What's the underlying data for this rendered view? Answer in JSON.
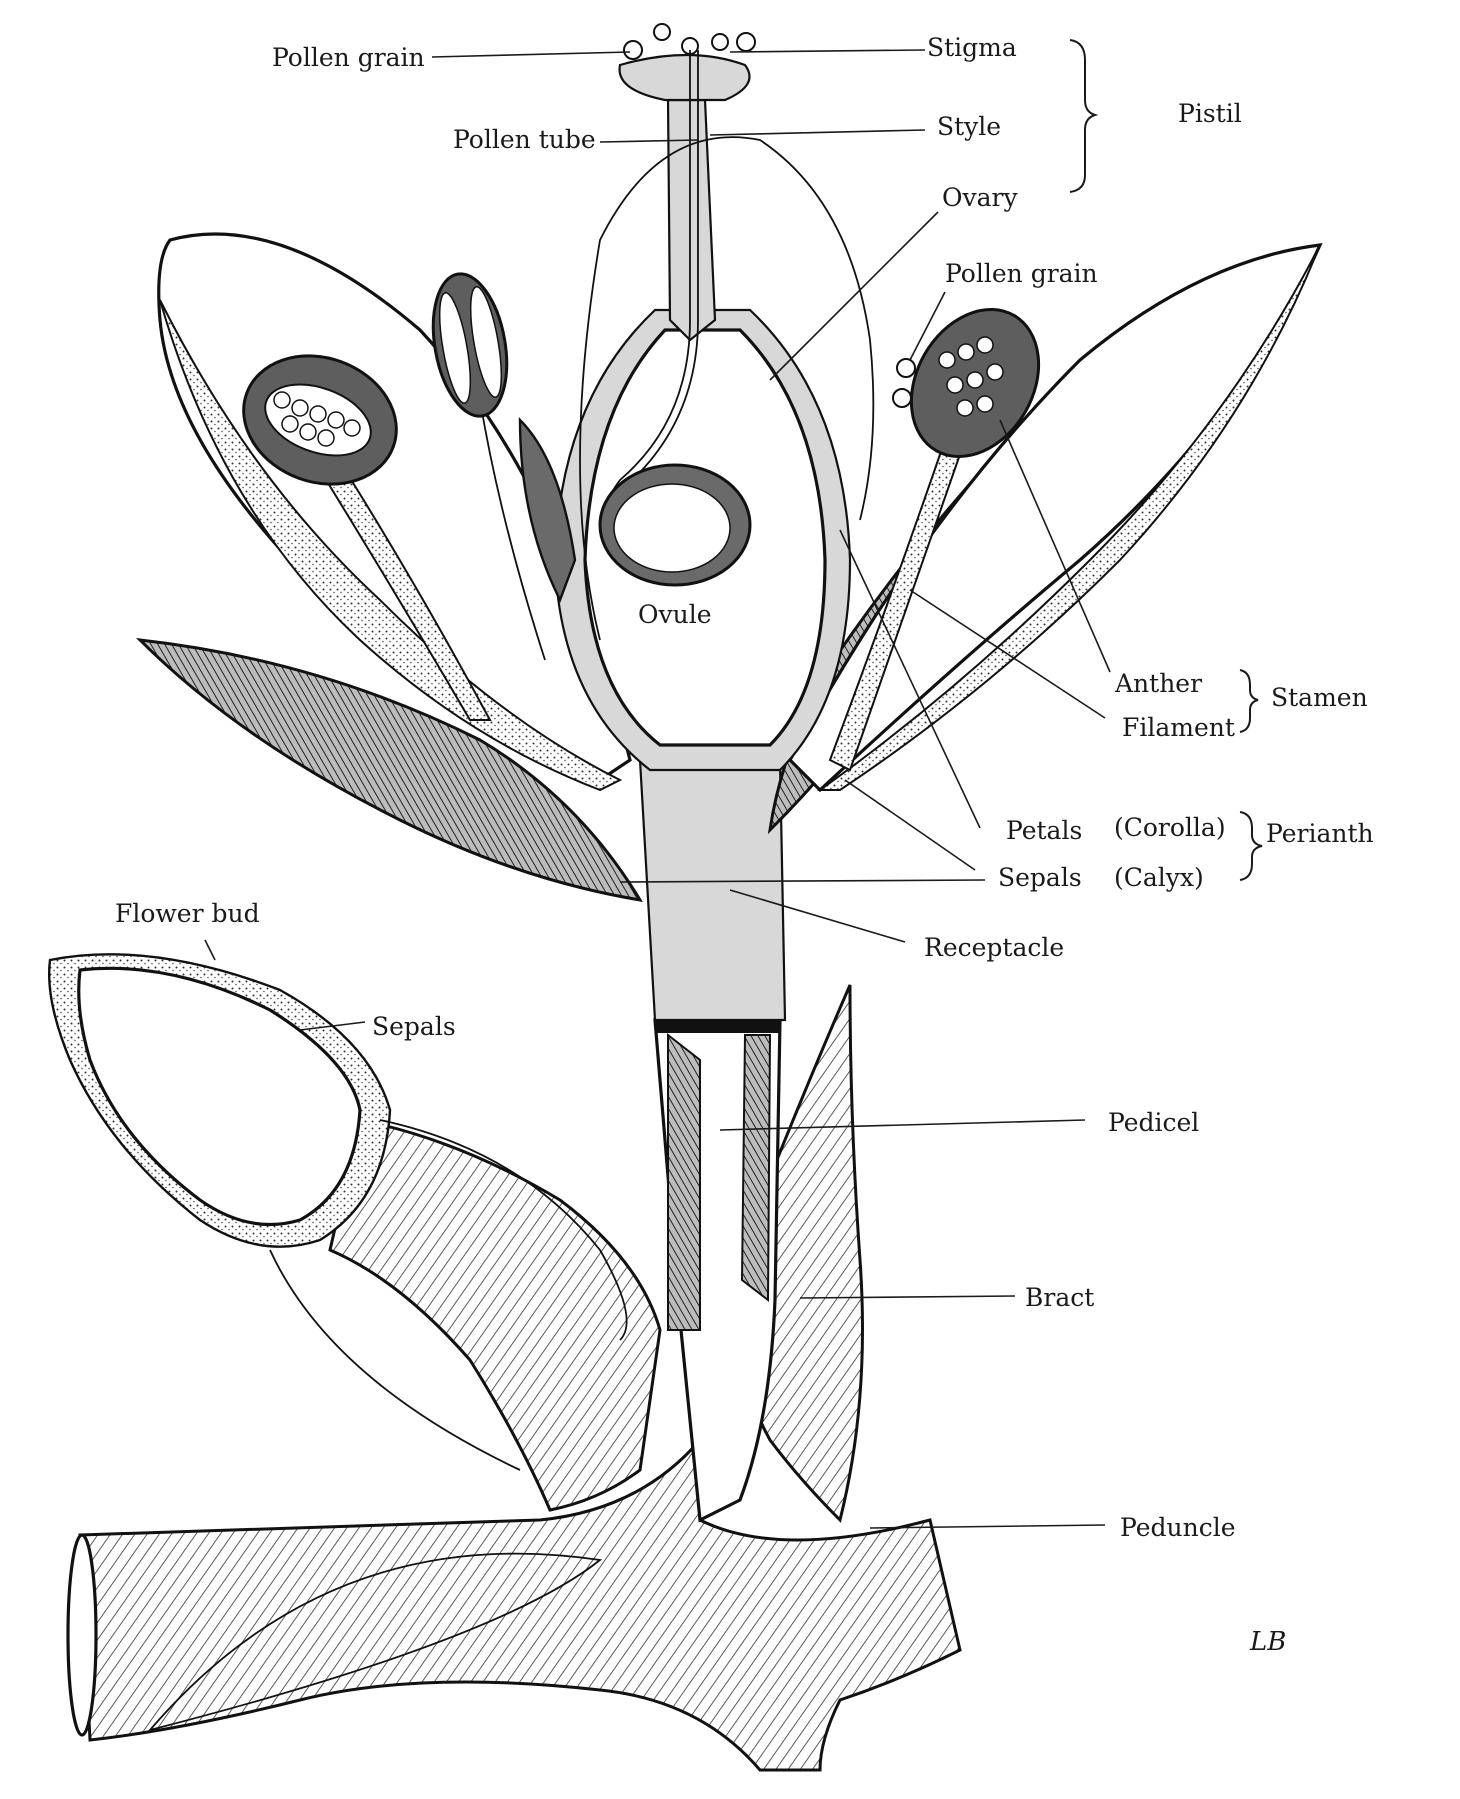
{
  "labels": {
    "pollen_grain_top": "Pollen grain",
    "stigma": "Stigma",
    "pistil": "Pistil",
    "pollen_tube": "Pollen tube",
    "style": "Style",
    "ovary": "Ovary",
    "pollen_grain_right": "Pollen grain",
    "ovule": "Ovule",
    "anther": "Anther",
    "filament": "Filament",
    "stamen": "Stamen",
    "petals": "Petals",
    "corolla": "(Corolla)",
    "perianth": "Perianth",
    "sepals": "Sepals",
    "calyx": "(Calyx)",
    "flower_bud": "Flower bud",
    "receptacle": "Receptacle",
    "sepals_bud": "Sepals",
    "pedicel": "Pedicel",
    "bract": "Bract",
    "peduncle": "Peduncle"
  },
  "signature": "LB"
}
